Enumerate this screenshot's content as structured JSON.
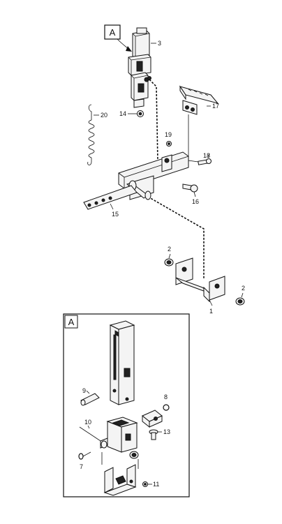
{
  "callouts": {
    "main_box_letter": "A",
    "detail_box_letter": "A",
    "p1": "1",
    "p2_left": "2",
    "p2_right": "2",
    "p3": "3",
    "p7": "7",
    "p8": "8",
    "p9": "9",
    "p10": "10",
    "p11": "11",
    "p13": "13",
    "p14": "14",
    "p15": "15",
    "p16": "16",
    "p17": "17",
    "p18": "18",
    "p19": "19",
    "p20": "20"
  }
}
